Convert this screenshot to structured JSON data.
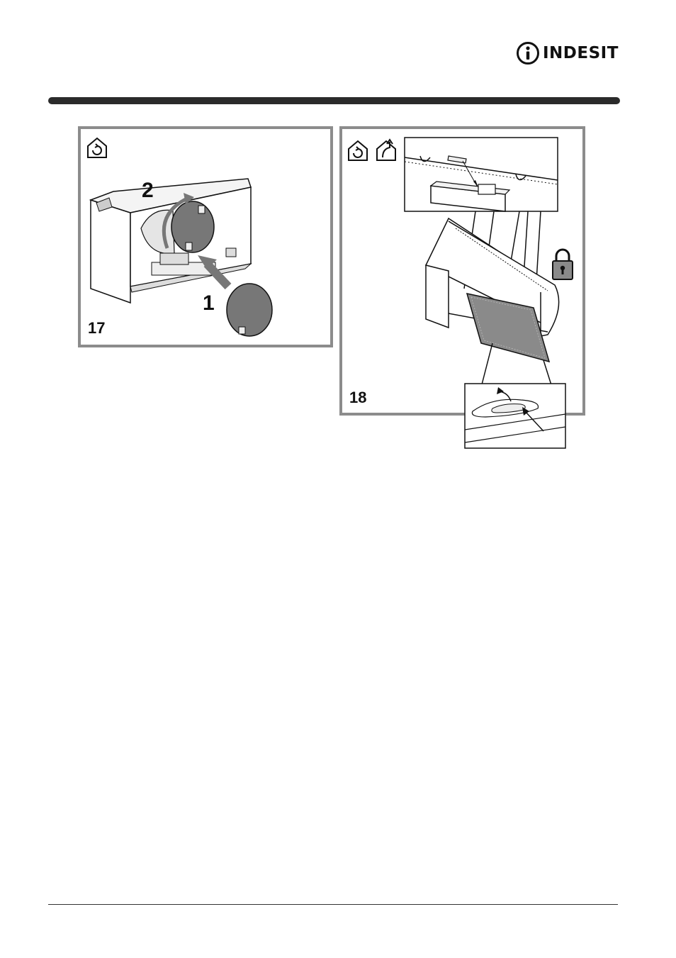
{
  "header": {
    "brand": "INDESIT"
  },
  "figures": [
    {
      "number": "17",
      "step_labels": [
        "1",
        "2"
      ]
    },
    {
      "number": "18"
    }
  ]
}
